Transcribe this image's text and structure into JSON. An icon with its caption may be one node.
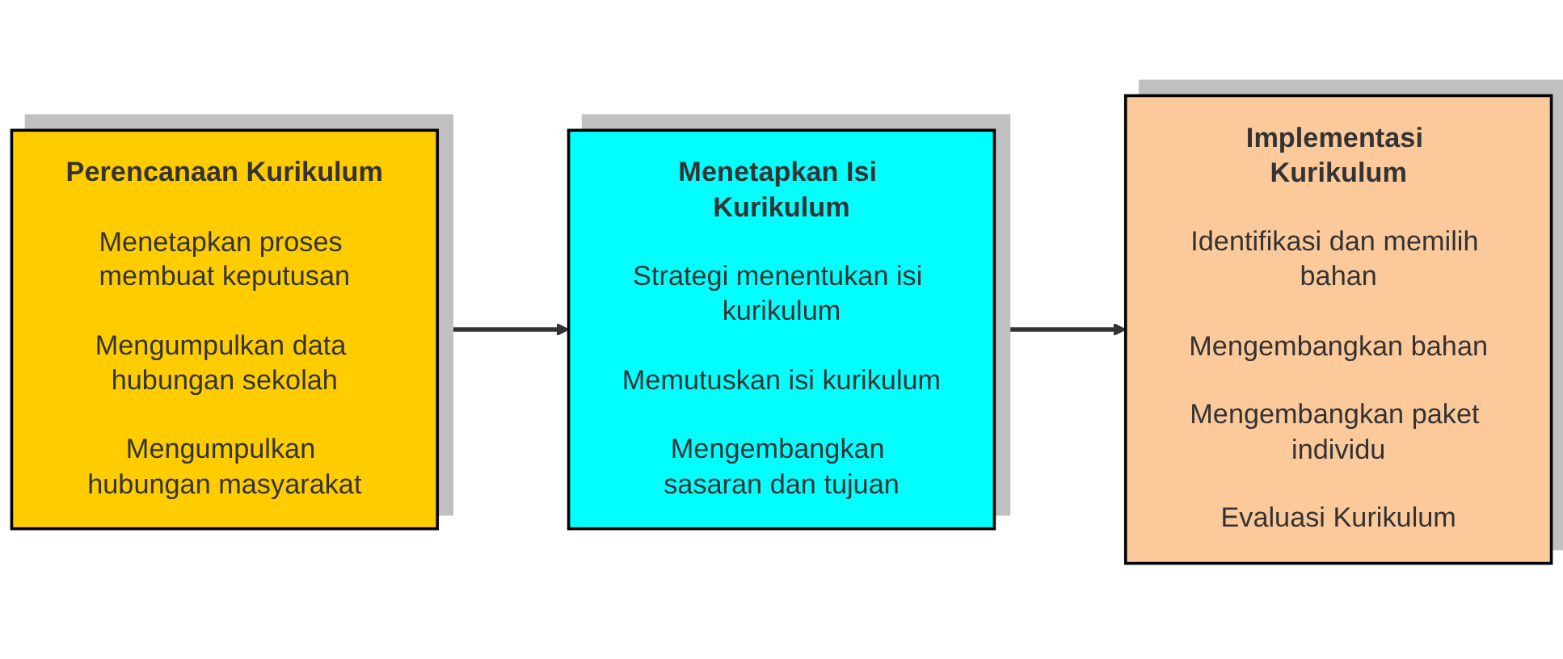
{
  "diagram": {
    "nodes": [
      {
        "text": [
          "Perencanaan Kurikulum",
          "Menetapkan proses membuat keputusan",
          "Mengumpulkan data hubungan sekolah",
          "Mengumpulkan hubungan masyarakat"
        ]
      },
      {
        "text": [
          "Menetapkan Isi Kurikulum",
          "Strategi menentukan isi kurikulum",
          "Memutuskan isi kurikulum",
          "Mengembangkan sasaran dan tujuan"
        ]
      },
      {
        "text": [
          "Implementasi Kurikulum",
          "Identifikasi dan memilih bahan",
          "Mengembangkan bahan",
          "Mengembangkan paket individu",
          "Evaluasi Kurikulum"
        ]
      }
    ],
    "edges": [
      {
        "from": 0,
        "to": 1,
        "arrow": "to"
      },
      {
        "from": 1,
        "to": 2,
        "arrow": "to"
      }
    ]
  }
}
